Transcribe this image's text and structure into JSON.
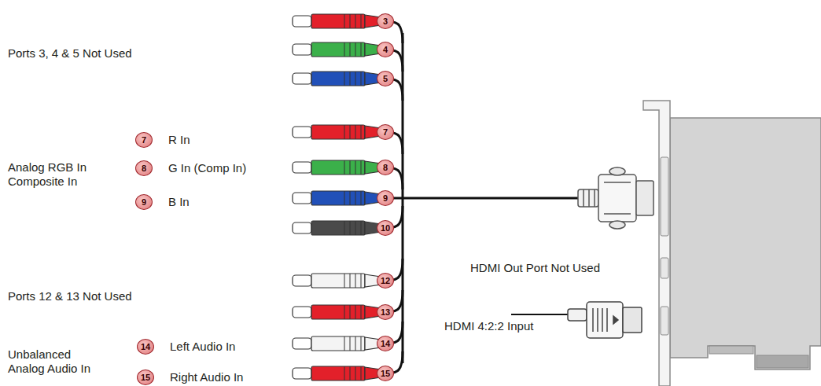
{
  "diagram": {
    "labels": [
      "3",
      "Ports 3, 4 & 5 Not Used",
      "4",
      "5",
      "7",
      "R In",
      "Analog RGB In Composite In",
      "7",
      "8",
      "G In (Comp In)",
      "8",
      "9",
      "B In",
      "9",
      "10",
      "HDMI Out Port Not Used",
      "Ports 12 & 13 Not Used",
      "12",
      "HDMI 4:2:2 Input",
      "13",
      "14",
      "Left Audio In",
      "Unbalanced Analog Audio In",
      "14",
      "15",
      "Right Audio In",
      "15"
    ]
  }
}
